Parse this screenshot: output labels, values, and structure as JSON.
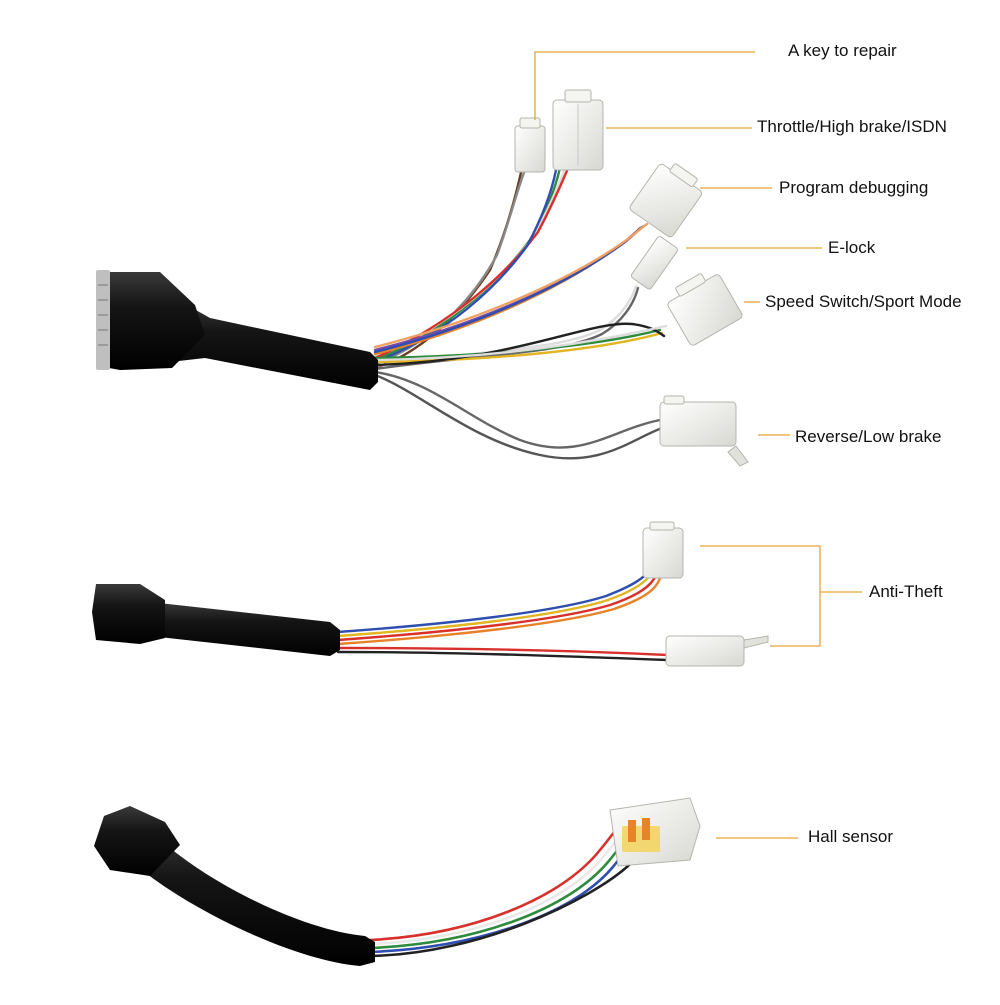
{
  "labels": {
    "a_key_to_repair": "A key to repair",
    "throttle": "Throttle/High brake/ISDN",
    "program_debugging": "Program debugging",
    "e_lock": "E-lock",
    "speed_switch": "Speed Switch/Sport Mode",
    "reverse": "Reverse/Low brake",
    "anti_theft": "Anti-Theft",
    "hall_sensor": "Hall sensor"
  },
  "colors": {
    "leader": "#e8a33c",
    "sheath": "#111111",
    "connector": "#eeeeea",
    "wire_red": "#d9302b",
    "wire_green": "#2e8b3e",
    "wire_blue": "#2f4fb0",
    "wire_orange": "#e8822a",
    "wire_yellow": "#e2b522",
    "wire_brown": "#6b3d22",
    "wire_white": "#f2f2f2",
    "wire_grey": "#777777",
    "wire_purple": "#7a4aa8",
    "wire_black": "#222222"
  }
}
